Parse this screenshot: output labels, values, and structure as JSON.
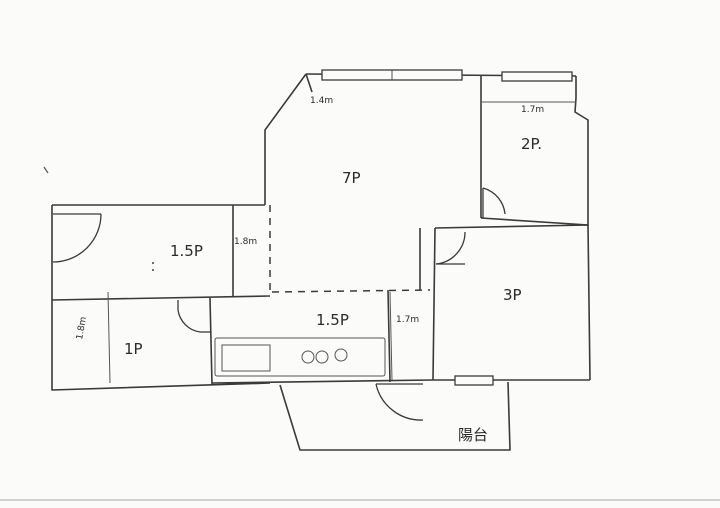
{
  "rooms": {
    "living": "7P",
    "room_2p": "2P.",
    "room_15p_left": "1.5P",
    "room_1p": "1P",
    "kitchen": "1.5P",
    "room_3p": "3P",
    "balcony": "陽台"
  },
  "dimensions": {
    "window_left": "1.4m",
    "window_right": "1.7m",
    "room_15p_height": "1.8m",
    "room_1p_height": "1.8m",
    "kitchen_width": "1.7m"
  }
}
